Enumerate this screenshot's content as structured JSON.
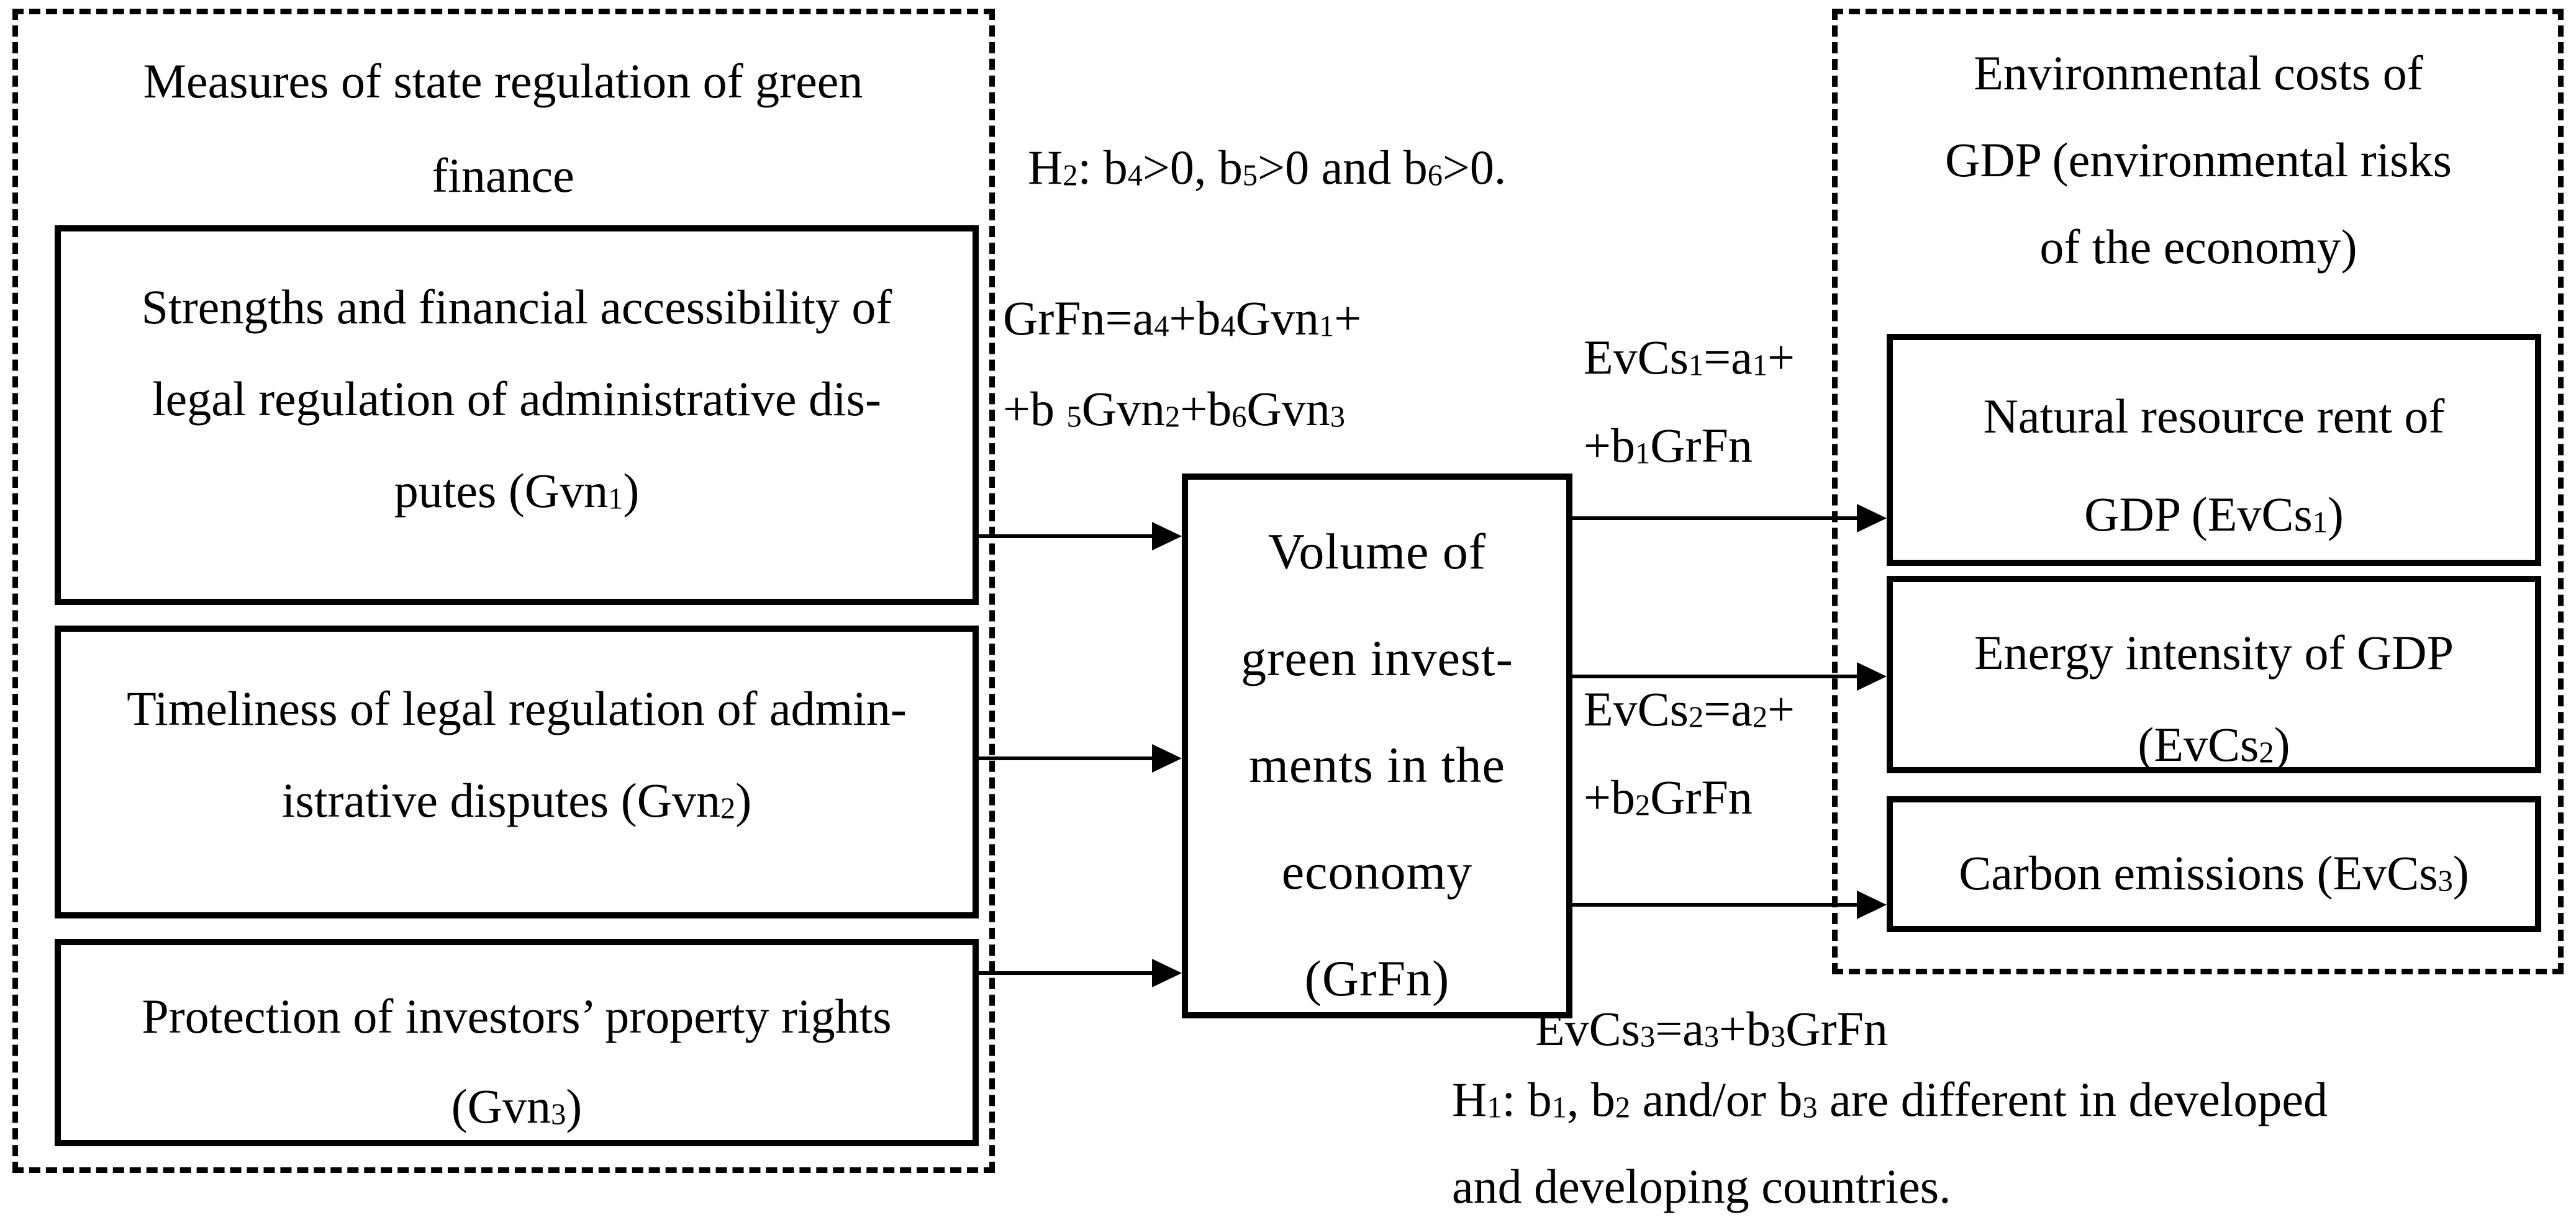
{
  "left_group": {
    "title": {
      "lines": [
        "Measures of state regulation of green",
        "finance"
      ]
    },
    "boxes": [
      {
        "id": "gvn1",
        "lines": [
          "Strengths and financial accessibility of",
          "legal regulation of administrative dis-",
          "putes (Gvn~1~)"
        ]
      },
      {
        "id": "gvn2",
        "lines": [
          "Timeliness of legal regulation of admin-",
          "istrative disputes (Gvn~2~)"
        ]
      },
      {
        "id": "gvn3",
        "lines": [
          "Protection of investors’ property rights",
          "(Gvn~3~)"
        ]
      }
    ]
  },
  "center_box": {
    "id": "grfn",
    "lines": [
      "Volume of",
      "green invest-",
      "ments in the",
      "economy",
      "(GrFn)"
    ]
  },
  "right_group": {
    "title": {
      "lines": [
        "Environmental costs of",
        "GDP (environmental risks",
        "of the economy)"
      ]
    },
    "boxes": [
      {
        "id": "evcs1",
        "lines": [
          "Natural resource rent of",
          "GDP (EvCs~1~)"
        ]
      },
      {
        "id": "evcs2",
        "lines": [
          "Energy intensity of GDP",
          "(EvCs~2~)"
        ]
      },
      {
        "id": "evcs3",
        "lines": [
          "Carbon emissions (EvCs~3~)"
        ]
      }
    ]
  },
  "labels": {
    "h2": "H~2~: b~4~>0, b~5~>0 and b~6~>0.",
    "grfn_eq": {
      "lines": [
        "GrFn=a~4~+b~4~Gvn~1~+",
        "+b ~5~Gvn~2~+b~6~Gvn~3~"
      ]
    },
    "evcs1_eq": {
      "lines": [
        "EvCs~1~=a~1~+",
        "+b~1~GrFn"
      ]
    },
    "evcs2_eq": {
      "lines": [
        "EvCs~2~=a~2~+",
        "+b~2~GrFn"
      ]
    },
    "evcs3_eq": "EvCs~3~=a~3~+b~3~GrFn",
    "h1": {
      "lines": [
        "H~1~: b~1~, b~2~ and/or b~3~ are different in developed",
        "and developing countries."
      ]
    }
  },
  "connections": [
    {
      "from": "gvn1",
      "to": "grfn"
    },
    {
      "from": "gvn2",
      "to": "grfn"
    },
    {
      "from": "gvn3",
      "to": "grfn"
    },
    {
      "from": "grfn",
      "to": "evcs1"
    },
    {
      "from": "grfn",
      "to": "evcs2"
    },
    {
      "from": "grfn",
      "to": "evcs3"
    }
  ],
  "colors": {
    "ink": "#000000",
    "background": "#ffffff"
  }
}
